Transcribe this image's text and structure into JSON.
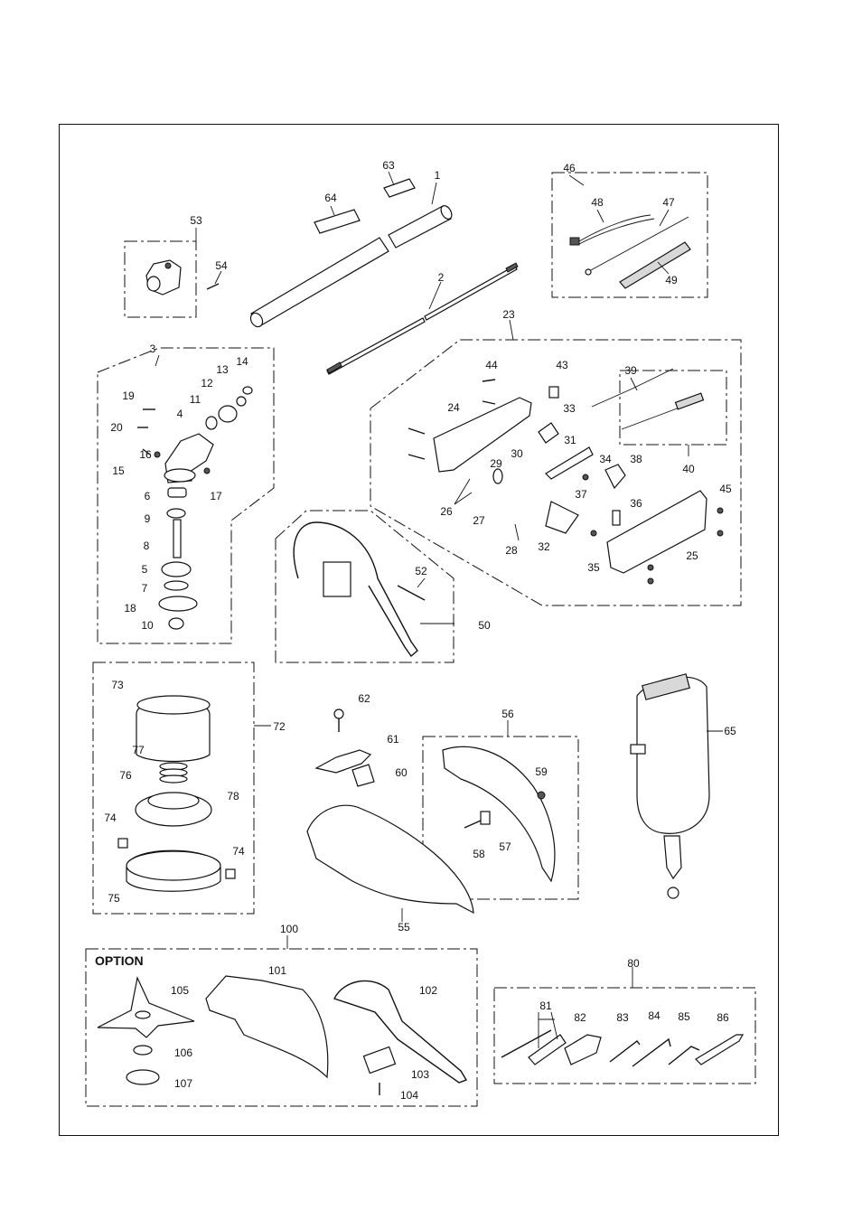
{
  "diagram": {
    "option_label": "OPTION",
    "part_numbers": [
      "1",
      "2",
      "3",
      "4",
      "5",
      "6",
      "7",
      "8",
      "9",
      "10",
      "11",
      "12",
      "13",
      "14",
      "15",
      "16",
      "17",
      "18",
      "19",
      "20",
      "23",
      "24",
      "25",
      "26",
      "27",
      "28",
      "29",
      "30",
      "31",
      "32",
      "33",
      "34",
      "35",
      "36",
      "37",
      "38",
      "39",
      "40",
      "43",
      "44",
      "45",
      "46",
      "47",
      "48",
      "49",
      "50",
      "52",
      "53",
      "54",
      "55",
      "56",
      "57",
      "58",
      "59",
      "60",
      "61",
      "62",
      "63",
      "64",
      "65",
      "72",
      "73",
      "74",
      "74",
      "75",
      "76",
      "77",
      "78",
      "80",
      "81",
      "82",
      "83",
      "84",
      "85",
      "86",
      "100",
      "101",
      "102",
      "103",
      "104",
      "105",
      "106",
      "107"
    ]
  }
}
